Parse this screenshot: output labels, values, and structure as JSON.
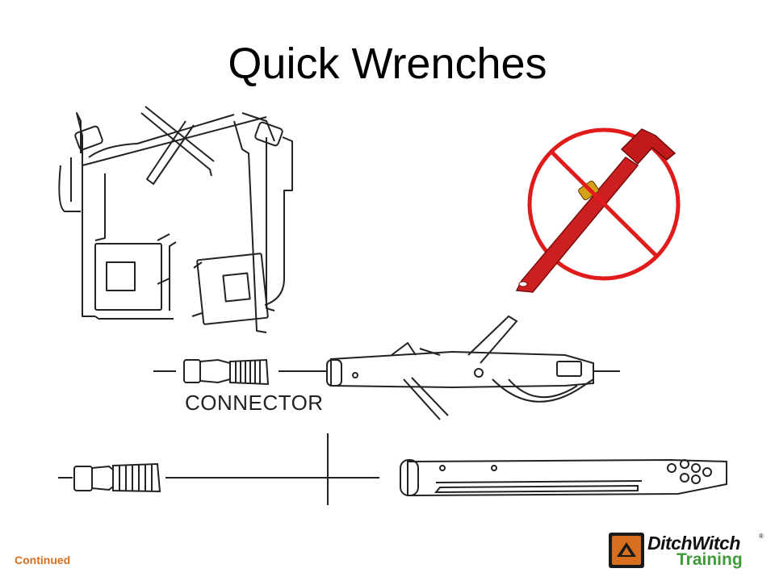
{
  "slide": {
    "title": "Quick Wrenches",
    "connector_label": "CONNECTOR",
    "footer_note": "Continued",
    "footer_note_color": "#d86f1e"
  },
  "logo": {
    "brand": "DitchWitch",
    "registered": "®",
    "sub": "Training",
    "sub_color": "#3f9a3a"
  },
  "prohibition": {
    "color": "#e01b1b",
    "wrench_color": "#cc1f1f"
  }
}
